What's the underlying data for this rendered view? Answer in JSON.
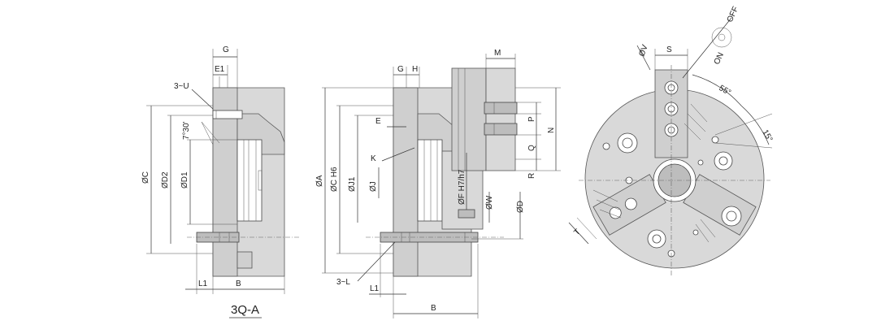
{
  "title": "3Q-A",
  "left_view": {
    "labels": {
      "g": "G",
      "e1": "E1",
      "u": "3~U",
      "ang": "7°30'",
      "c": "ØC",
      "d2": "ØD2",
      "d1": "ØD1",
      "l1": "L1",
      "b": "B"
    }
  },
  "middle_view": {
    "labels": {
      "g": "G",
      "h": "H",
      "m": "M",
      "e": "E",
      "k": "K",
      "a": "ØA",
      "ch6": "ØC H6",
      "j1": "ØJ1",
      "j": "ØJ",
      "fh7": "ØF H7/h7",
      "w": "ØW",
      "d": "ØD",
      "p": "P",
      "q": "Q",
      "r": "R",
      "n": "N",
      "l": "3~L",
      "l1": "L1",
      "b": "B"
    }
  },
  "right_view": {
    "labels": {
      "v": "ØV",
      "s": "S",
      "off": "OFF",
      "on": "ON",
      "a55": "55°",
      "a15": "15°",
      "t": "T"
    }
  }
}
